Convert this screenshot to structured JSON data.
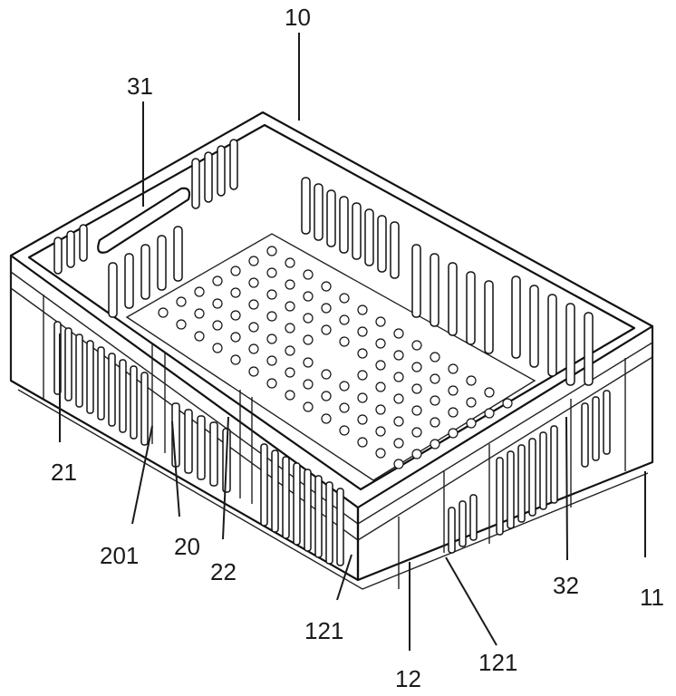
{
  "figure": {
    "labels": {
      "crate": "10",
      "handle": "31",
      "corner_right": "11",
      "corner_front": "12",
      "support_left": "21",
      "rib": "201",
      "wall_panel": "20",
      "post": "22",
      "vent_front_left": "121",
      "vent_front_right": "121",
      "notch": "32"
    }
  },
  "colors": {
    "line": "#111111",
    "background": "#ffffff"
  }
}
